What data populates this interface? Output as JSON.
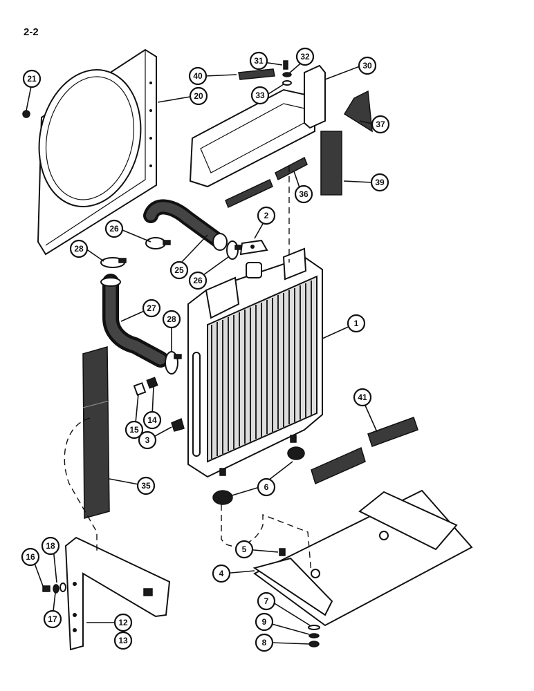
{
  "page_label": "2-2",
  "colors": {
    "ink": "#111111",
    "paper": "#ffffff",
    "foam": "#3a3a3a"
  },
  "callouts": {
    "c1": "1",
    "c2": "2",
    "c3": "3",
    "c4": "4",
    "c5": "5",
    "c6": "6",
    "c7": "7",
    "c8": "8",
    "c9": "9",
    "c12": "12",
    "c13": "13",
    "c14": "14",
    "c15": "15",
    "c16": "16",
    "c17": "17",
    "c18": "18",
    "c20": "20",
    "c21": "21",
    "c25": "25",
    "c26a": "26",
    "c26b": "26",
    "c27": "27",
    "c28a": "28",
    "c28b": "28",
    "c30": "30",
    "c31": "31",
    "c32": "32",
    "c33": "33",
    "c35": "35",
    "c36": "36",
    "c37": "37",
    "c39": "39",
    "c40": "40",
    "c41": "41"
  }
}
